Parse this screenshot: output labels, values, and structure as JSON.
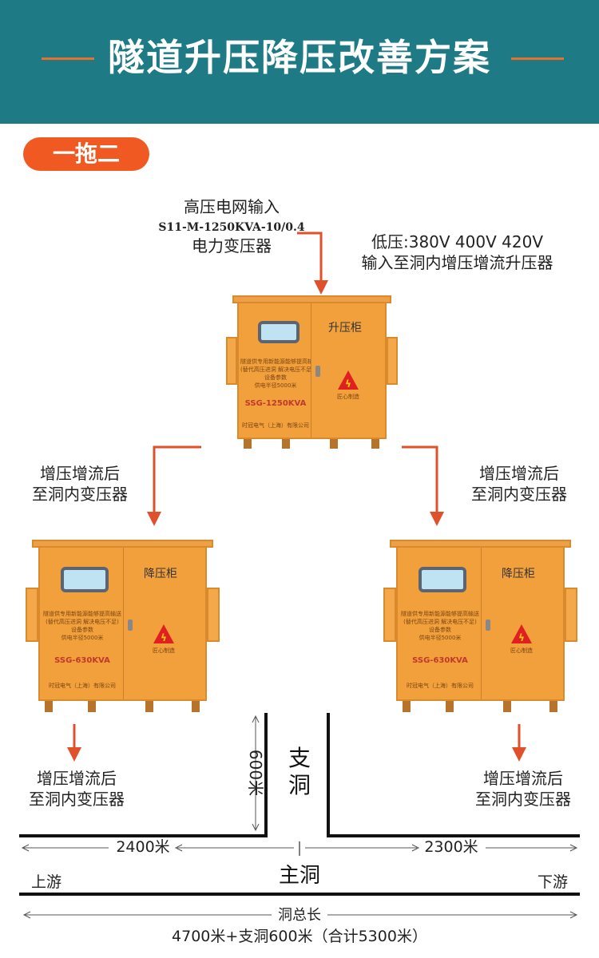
{
  "header": {
    "title": "隧道升压降压改善方案"
  },
  "badge": {
    "label": "一拖二"
  },
  "input": {
    "line1": "高压电网输入",
    "model": "S11-M-1250KVA-10/0.4",
    "line3": "电力变压器"
  },
  "low_voltage": {
    "line1": "低压:380V 400V 420V",
    "line2": "输入至洞内增压增流升压器"
  },
  "cabinets": {
    "top": {
      "name": "升压柜",
      "desc1": "隧道供专用新能源能够提高输送电源",
      "desc2": "(替代高压进洞  解决电压不足)",
      "desc3": "设备参数",
      "desc4": "供电半径5000米",
      "model": "SSG-1250KVA",
      "maker": "时冠电气（上海）有限公司",
      "logo": "匠心制造"
    },
    "left": {
      "name": "降压柜",
      "desc1": "隧道供专用新能源能够提高输送电源",
      "desc2": "(替代高压进洞  解决电压不足)",
      "desc3": "设备参数",
      "desc4": "供电半径5000米",
      "model": "SSG-630KVA",
      "maker": "时冠电气（上海）有限公司",
      "logo": "匠心制造"
    },
    "right": {
      "name": "降压柜",
      "desc1": "隧道供专用新能源能够提高输送电源",
      "desc2": "(替代高压进洞  解决电压不足)",
      "desc3": "设备参数",
      "desc4": "供电半径5000米",
      "model": "SSG-630KVA",
      "maker": "时冠电气（上海）有限公司",
      "logo": "匠心制造"
    }
  },
  "flows": {
    "mid_left": {
      "line1": "增压增流后",
      "line2": "至洞内变压器"
    },
    "mid_right": {
      "line1": "增压增流后",
      "line2": "至洞内变压器"
    },
    "bottom_left": {
      "line1": "增压增流后",
      "line2": "至洞内变压器"
    },
    "bottom_right": {
      "line1": "增压增流后",
      "line2": "至洞内变压器"
    }
  },
  "tunnel": {
    "branch_length": "600米",
    "branch_name": [
      "支",
      "洞"
    ],
    "left_length": "2400米",
    "right_length": "2300米",
    "main_name": "主洞",
    "upstream": "上游",
    "downstream": "下游",
    "total_label": "洞总长",
    "total_value": "4700米+支洞600米（合计5300米）"
  },
  "colors": {
    "header_bg": "#1e7a85",
    "accent": "#f05a22",
    "arrow": "#e0502a",
    "cabinet": "#f2a03c"
  }
}
